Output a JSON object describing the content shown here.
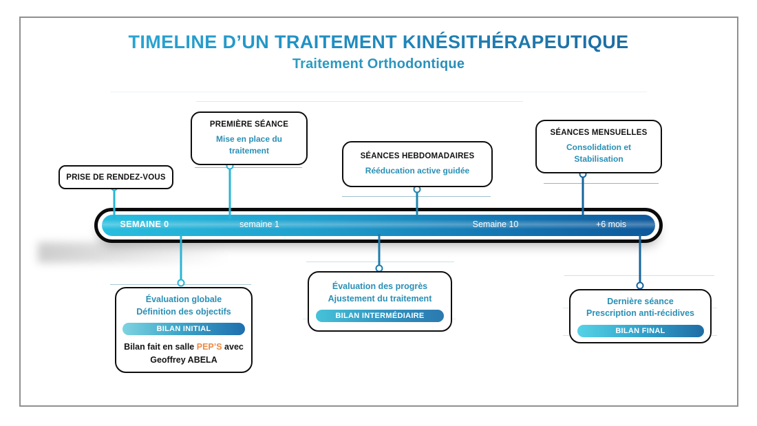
{
  "header": {
    "title": "TIMELINE D’UN TRAITEMENT KINÉSITHÉRAPEUTIQUE",
    "subtitle": "Traitement Orthodontique"
  },
  "timeline": {
    "labels": [
      {
        "text": "SEMAINE 0",
        "emphasis": true
      },
      {
        "text": "semaine 1",
        "emphasis": false
      },
      {
        "text": "Semaine 10",
        "emphasis": false
      },
      {
        "text": "+6 mois",
        "emphasis": false
      }
    ]
  },
  "above": [
    {
      "title": "PRISE DE RENDEZ-VOUS",
      "lines": []
    },
    {
      "title": "PREMIÈRE SÉANCE",
      "lines": [
        "Mise en place du",
        "traitement"
      ]
    },
    {
      "title": "SÉANCES HEBDOMADAIRES",
      "lines": [
        "Rééducation active guidée"
      ]
    },
    {
      "title": "SÉANCES MENSUELLES",
      "lines": [
        "Consolidation et",
        "Stabilisation"
      ]
    }
  ],
  "below": [
    {
      "lines": [
        "Évaluation globale",
        "Définition des objectifs"
      ],
      "badge": "BILAN INITIAL"
    },
    {
      "lines": [
        "Évaluation des progrès",
        "Ajustement du traitement"
      ],
      "badge": "BILAN INTERMÉDIAIRE"
    },
    {
      "lines": [
        "Dernière séance",
        "Prescription anti-récidives"
      ],
      "badge": "BILAN FINAL"
    }
  ],
  "note": {
    "prefix": "Bilan fait en salle ",
    "highlight": "PEP’S",
    "suffix": " avec",
    "line2": "Geoffrey ABELA"
  },
  "colors": {
    "title_gradient_start": "#2fb3dc",
    "title_gradient_end": "#1a5e93",
    "bar_gradient_start": "#27bedf",
    "bar_gradient_end": "#0e589b",
    "teal_text": "#2a8fb5",
    "connector_cyan": "#29b5d6",
    "connector_teal": "#1e85ae",
    "connector_dark_blue": "#15639c",
    "highlight_orange": "#ee8a44",
    "frame_border": "#8f8f8f",
    "box_border": "#0d0d0d"
  }
}
